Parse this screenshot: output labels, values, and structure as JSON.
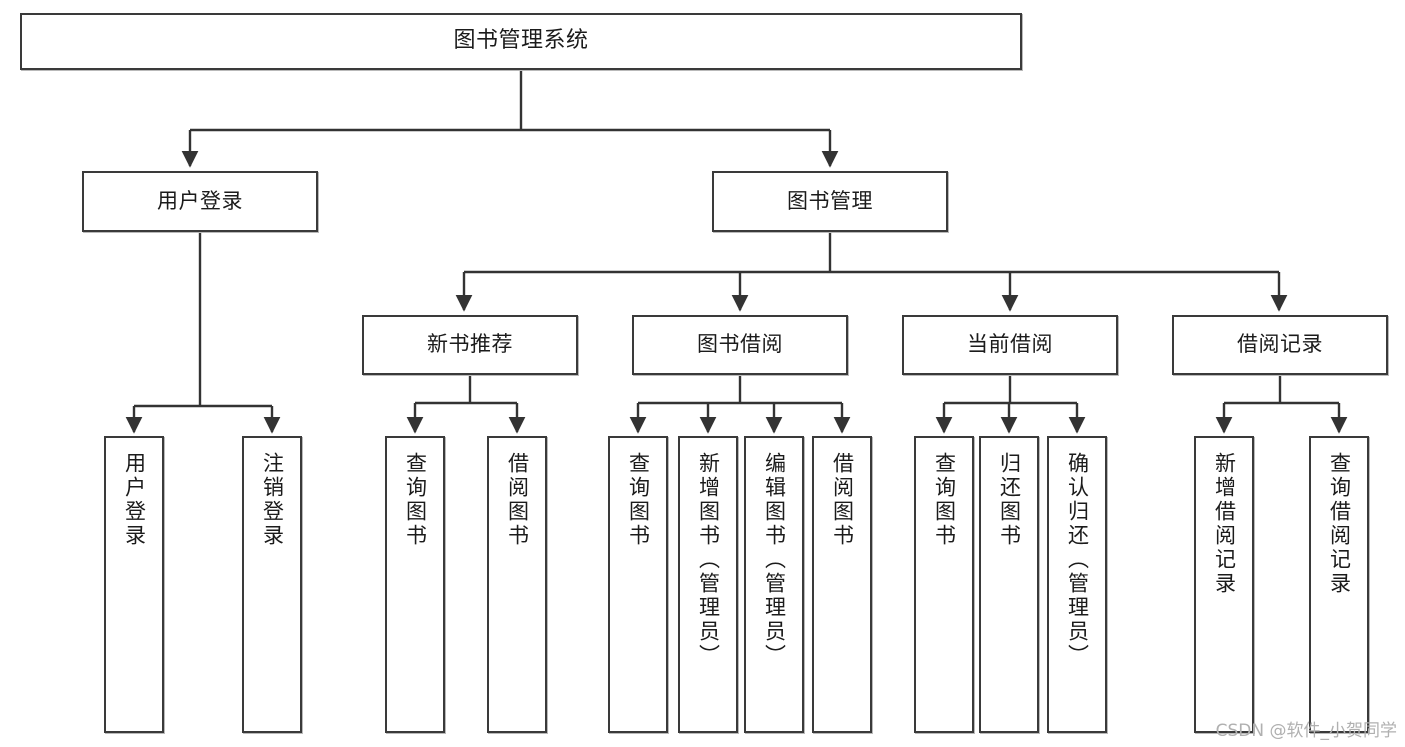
{
  "diagram": {
    "title": "图书管理系统",
    "type": "tree-hierarchy-chart",
    "watermark": "CSDN @软件_小贺同学",
    "colors": {
      "box_border": "#3a3a3a",
      "box_fill": "#ffffff",
      "connector": "#333333",
      "text": "#1b1b1b",
      "watermark": "#b0b0b0",
      "background": "#ffffff"
    }
  },
  "nodes": {
    "root": {
      "label": "图书管理系统"
    },
    "level2": [
      {
        "id": "user-login",
        "label": "用户登录"
      },
      {
        "id": "book-manage",
        "label": "图书管理"
      }
    ],
    "level3": [
      {
        "id": "new-book-recommend",
        "label": "新书推荐"
      },
      {
        "id": "book-borrow",
        "label": "图书借阅"
      },
      {
        "id": "current-borrow",
        "label": "当前借阅"
      },
      {
        "id": "borrow-record",
        "label": "借阅记录"
      }
    ],
    "leaves": {
      "user-login": [
        {
          "id": "leaf-user-login",
          "label": "用户登录"
        },
        {
          "id": "leaf-user-logout",
          "label": "注销登录"
        }
      ],
      "new-book-recommend": [
        {
          "id": "leaf-query-book-1",
          "label": "查询图书"
        },
        {
          "id": "leaf-borrow-book-1",
          "label": "借阅图书"
        }
      ],
      "book-borrow": [
        {
          "id": "leaf-query-book-2",
          "label": "查询图书"
        },
        {
          "id": "leaf-add-book",
          "label": "新增图书（管理员）"
        },
        {
          "id": "leaf-edit-book",
          "label": "编辑图书（管理员）"
        },
        {
          "id": "leaf-borrow-book-2",
          "label": "借阅图书"
        }
      ],
      "current-borrow": [
        {
          "id": "leaf-query-book-3",
          "label": "查询图书"
        },
        {
          "id": "leaf-return-book",
          "label": "归还图书"
        },
        {
          "id": "leaf-confirm-return",
          "label": "确认归还（管理员）"
        }
      ],
      "borrow-record": [
        {
          "id": "leaf-add-record",
          "label": "新增借阅记录"
        },
        {
          "id": "leaf-query-record",
          "label": "查询借阅记录"
        }
      ]
    }
  }
}
